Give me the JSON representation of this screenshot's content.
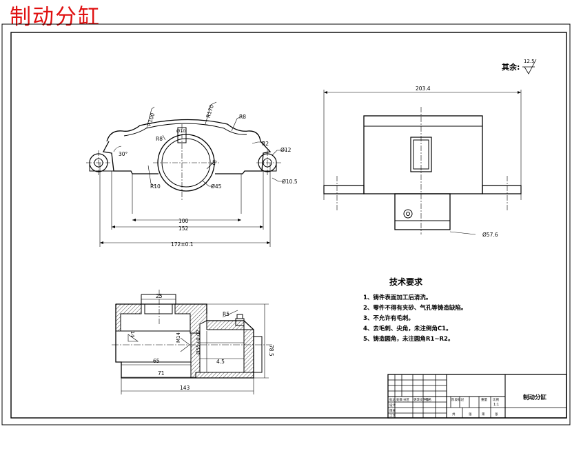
{
  "title": "制动分缸",
  "roughness": {
    "prefix": "其余:",
    "value": "12.5"
  },
  "dims_front": {
    "d172": "172±0.1",
    "d152": "152",
    "d100": "100",
    "r100": "R100",
    "r170": "R170",
    "r8a": "R8",
    "r8b": "R8",
    "r2": "R2",
    "d12": "Ø12",
    "d10": "Ø10",
    "r10": "R10",
    "d45": "Ø45",
    "a18": "18",
    "d10_5": "Ø10.5",
    "a30": "30°"
  },
  "dims_side": {
    "w203": "203.4",
    "d57": "Ø57.6"
  },
  "dims_section": {
    "d25": "25",
    "d65": "65",
    "d71": "71",
    "d143": "143",
    "d78": "78.5",
    "d14": "14",
    "d4": "4.5",
    "r5": "R5",
    "d55": "Ø55±0.02",
    "m": "M14"
  },
  "tech": {
    "heading": "技术要求",
    "items": [
      "1、铸件表面加工后清洗。",
      "2、零件不得有夹砂、气孔等铸造缺陷。",
      "3、不允许有毛刺。",
      "4、去毛刺、尖角，未注倒角C1。",
      "5、铸造圆角，未注圆角R1~R2。"
    ]
  },
  "titleblock": {
    "part_name": "制动分缸",
    "scale": "1:1",
    "r1": "标记",
    "r2": "处数",
    "r3": "分区",
    "r4": "更改文件号",
    "r5": "签名",
    "r6": "设计",
    "r7": "审核",
    "r8": "工艺",
    "r9": "阶段标记",
    "r10": "重量",
    "r11": "比例",
    "r12": "共",
    "r13": "张",
    "r14": "第",
    "r15": "张"
  }
}
